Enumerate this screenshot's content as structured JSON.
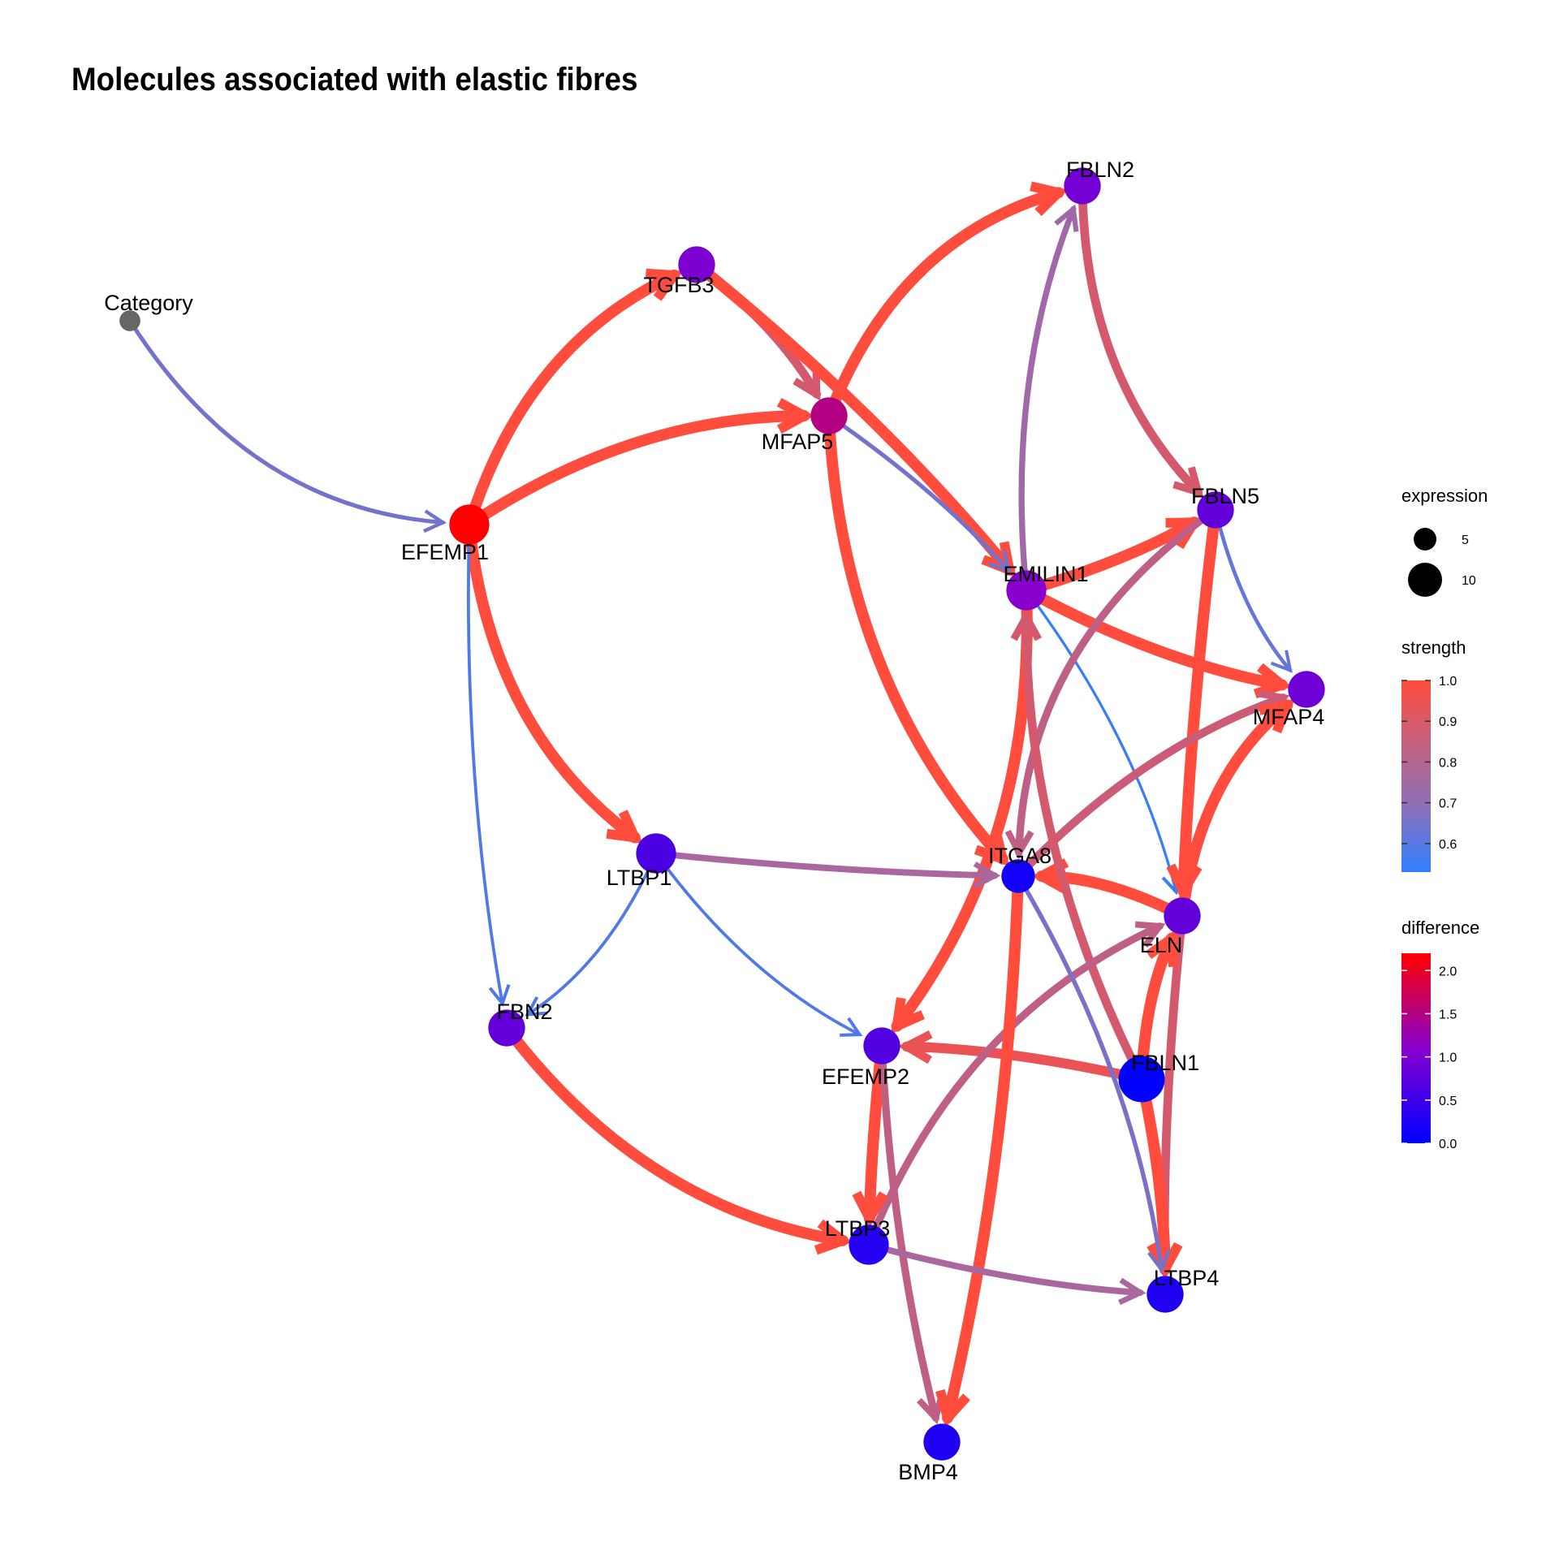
{
  "title": "Molecules associated with elastic fibres",
  "nodes": [
    {
      "id": "Category",
      "label": "Category",
      "difference": null,
      "expression": 2
    },
    {
      "id": "TGFB3",
      "label": "TGFB3",
      "difference": 1.0,
      "expression": 7
    },
    {
      "id": "FBLN2",
      "label": "FBLN2",
      "difference": 0.95,
      "expression": 7
    },
    {
      "id": "MFAP5",
      "label": "MFAP5",
      "difference": 1.5,
      "expression": 7
    },
    {
      "id": "EFEMP1",
      "label": "EFEMP1",
      "difference": 2.2,
      "expression": 8
    },
    {
      "id": "FBLN5",
      "label": "FBLN5",
      "difference": 0.8,
      "expression": 7
    },
    {
      "id": "EMILIN1",
      "label": "EMILIN1",
      "difference": 1.1,
      "expression": 8
    },
    {
      "id": "MFAP4",
      "label": "MFAP4",
      "difference": 0.9,
      "expression": 7
    },
    {
      "id": "LTBP1",
      "label": "LTBP1",
      "difference": 0.6,
      "expression": 8
    },
    {
      "id": "ITGA8",
      "label": "ITGA8",
      "difference": 0.15,
      "expression": 6
    },
    {
      "id": "ELN",
      "label": "ELN",
      "difference": 0.8,
      "expression": 7
    },
    {
      "id": "FBN2",
      "label": "FBN2",
      "difference": 0.8,
      "expression": 7
    },
    {
      "id": "EFEMP2",
      "label": "EFEMP2",
      "difference": 0.65,
      "expression": 7
    },
    {
      "id": "FBLN1",
      "label": "FBLN1",
      "difference": 0.0,
      "expression": 10
    },
    {
      "id": "LTBP3",
      "label": "LTBP3",
      "difference": 0.3,
      "expression": 8
    },
    {
      "id": "LTBP4",
      "label": "LTBP4",
      "difference": 0.25,
      "expression": 7
    },
    {
      "id": "BMP4",
      "label": "BMP4",
      "difference": 0.25,
      "expression": 7
    }
  ],
  "edges": [
    {
      "from": "Category",
      "to": "EFEMP1",
      "strength": 0.68
    },
    {
      "from": "EFEMP1",
      "to": "TGFB3",
      "strength": 1.0
    },
    {
      "from": "EFEMP1",
      "to": "MFAP5",
      "strength": 1.0
    },
    {
      "from": "EFEMP1",
      "to": "LTBP1",
      "strength": 1.0
    },
    {
      "from": "EFEMP1",
      "to": "FBN2",
      "strength": 0.6
    },
    {
      "from": "TGFB3",
      "to": "MFAP5",
      "strength": 0.9
    },
    {
      "from": "TGFB3",
      "to": "EMILIN1",
      "strength": 1.0
    },
    {
      "from": "MFAP5",
      "to": "FBLN2",
      "strength": 1.0
    },
    {
      "from": "MFAP5",
      "to": "ITGA8",
      "strength": 1.0
    },
    {
      "from": "MFAP5",
      "to": "EMILIN1",
      "strength": 0.68
    },
    {
      "from": "EMILIN1",
      "to": "FBLN2",
      "strength": 0.78
    },
    {
      "from": "EMILIN1",
      "to": "FBLN5",
      "strength": 1.0
    },
    {
      "from": "EMILIN1",
      "to": "MFAP4",
      "strength": 1.0
    },
    {
      "from": "EMILIN1",
      "to": "EFEMP2",
      "strength": 1.0
    },
    {
      "from": "EMILIN1",
      "to": "ELN",
      "strength": 0.55
    },
    {
      "from": "FBLN2",
      "to": "FBLN5",
      "strength": 0.9
    },
    {
      "from": "FBLN5",
      "to": "MFAP4",
      "strength": 0.65
    },
    {
      "from": "FBLN5",
      "to": "ELN",
      "strength": 1.0
    },
    {
      "from": "FBLN5",
      "to": "ITGA8",
      "strength": 0.85
    },
    {
      "from": "ITGA8",
      "to": "MFAP4",
      "strength": 0.88
    },
    {
      "from": "ELN",
      "to": "MFAP4",
      "strength": 1.0
    },
    {
      "from": "ELN",
      "to": "ITGA8",
      "strength": 1.0
    },
    {
      "from": "ELN",
      "to": "LTBP4",
      "strength": 0.9
    },
    {
      "from": "LTBP1",
      "to": "ITGA8",
      "strength": 0.8
    },
    {
      "from": "LTBP1",
      "to": "FBN2",
      "strength": 0.6
    },
    {
      "from": "LTBP1",
      "to": "EFEMP2",
      "strength": 0.6
    },
    {
      "from": "FBN2",
      "to": "LTBP3",
      "strength": 1.0
    },
    {
      "from": "FBLN1",
      "to": "EMILIN1",
      "strength": 0.9
    },
    {
      "from": "FBLN1",
      "to": "EFEMP2",
      "strength": 0.95
    },
    {
      "from": "FBLN1",
      "to": "ELN",
      "strength": 1.0
    },
    {
      "from": "FBLN1",
      "to": "LTBP4",
      "strength": 1.0
    },
    {
      "from": "LTBP3",
      "to": "ELN",
      "strength": 0.85
    },
    {
      "from": "EFEMP2",
      "to": "LTBP3",
      "strength": 1.0
    },
    {
      "from": "EFEMP2",
      "to": "BMP4",
      "strength": 0.85
    },
    {
      "from": "ITGA8",
      "to": "BMP4",
      "strength": 1.0
    },
    {
      "from": "ITGA8",
      "to": "LTBP4",
      "strength": 0.7
    },
    {
      "from": "LTBP3",
      "to": "LTBP4",
      "strength": 0.8
    }
  ],
  "legend": {
    "expression": {
      "title": "expression",
      "ticks": [
        5,
        10
      ]
    },
    "strength": {
      "title": "strength",
      "ticks": [
        1.0,
        0.9,
        0.8,
        0.7,
        0.6
      ],
      "range": [
        0.53,
        1.0
      ],
      "colors": [
        "#2f80ff",
        "#ff4c3c"
      ]
    },
    "difference": {
      "title": "difference",
      "ticks": [
        2.0,
        1.5,
        1.0,
        0.5,
        0.0
      ],
      "range": [
        0,
        2.2
      ],
      "colors": [
        "#0000ff",
        "#ff0000"
      ]
    }
  }
}
